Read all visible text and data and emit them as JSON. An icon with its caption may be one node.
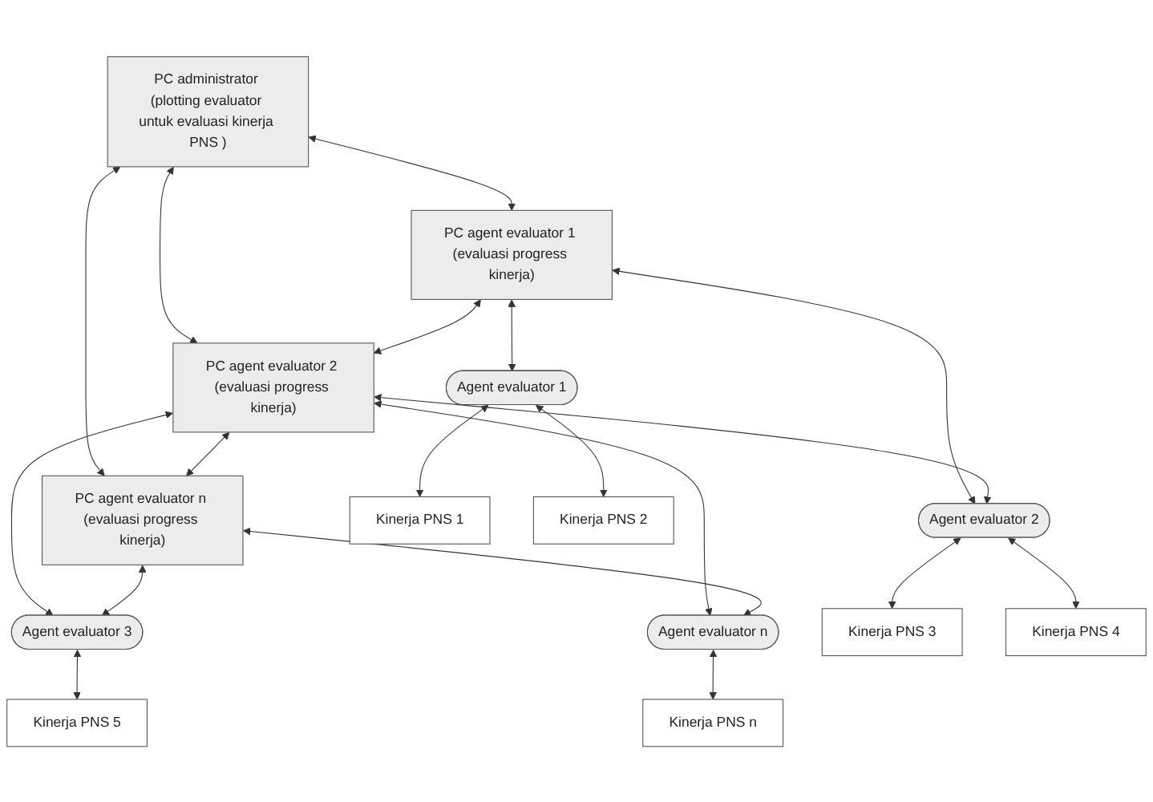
{
  "diagram": {
    "nodes": [
      {
        "text": [
          "PC administrator (plotting evaluator untuk evaluasi kinerja PNS )"
        ]
      },
      {
        "text": [
          "PC agent evaluator 1 (evaluasi progress kinerja)"
        ]
      },
      {
        "text": [
          "PC agent evaluator 2 (evaluasi progress kinerja)"
        ]
      },
      {
        "text": [
          "PC agent evaluator n (evaluasi progress kinerja)"
        ]
      },
      {
        "text": [
          "Agent evaluator 1"
        ]
      },
      {
        "text": [
          "Agent evaluator 2"
        ]
      },
      {
        "text": [
          "Agent evaluator 3"
        ]
      },
      {
        "text": [
          "Agent evaluator n"
        ]
      },
      {
        "text": [
          "Kinerja PNS 1"
        ]
      },
      {
        "text": [
          "Kinerja PNS 2"
        ]
      },
      {
        "text": [
          "Kinerja PNS 3"
        ]
      },
      {
        "text": [
          "Kinerja PNS 4"
        ]
      },
      {
        "text": [
          "Kinerja PNS 5"
        ]
      },
      {
        "text": [
          "Kinerja PNS n"
        ]
      }
    ],
    "edges": [
      {
        "from": 0,
        "to": 1,
        "arrow": "both"
      },
      {
        "from": 0,
        "to": 2,
        "arrow": "both"
      },
      {
        "from": 0,
        "to": 3,
        "arrow": "both"
      },
      {
        "from": 1,
        "to": 2,
        "arrow": "both"
      },
      {
        "from": 2,
        "to": 3,
        "arrow": "both"
      },
      {
        "from": 1,
        "to": 4,
        "arrow": "both"
      },
      {
        "from": 1,
        "to": 5,
        "arrow": "both"
      },
      {
        "from": 2,
        "to": 5,
        "arrow": "both"
      },
      {
        "from": 2,
        "to": 6,
        "arrow": "both"
      },
      {
        "from": 2,
        "to": 7,
        "arrow": "both"
      },
      {
        "from": 3,
        "to": 6,
        "arrow": "both"
      },
      {
        "from": 3,
        "to": 7,
        "arrow": "both"
      },
      {
        "from": 4,
        "to": 8,
        "arrow": "both"
      },
      {
        "from": 4,
        "to": 9,
        "arrow": "both"
      },
      {
        "from": 5,
        "to": 10,
        "arrow": "both"
      },
      {
        "from": 5,
        "to": 11,
        "arrow": "both"
      },
      {
        "from": 6,
        "to": 12,
        "arrow": "both"
      },
      {
        "from": 7,
        "to": 13,
        "arrow": "both"
      }
    ]
  }
}
